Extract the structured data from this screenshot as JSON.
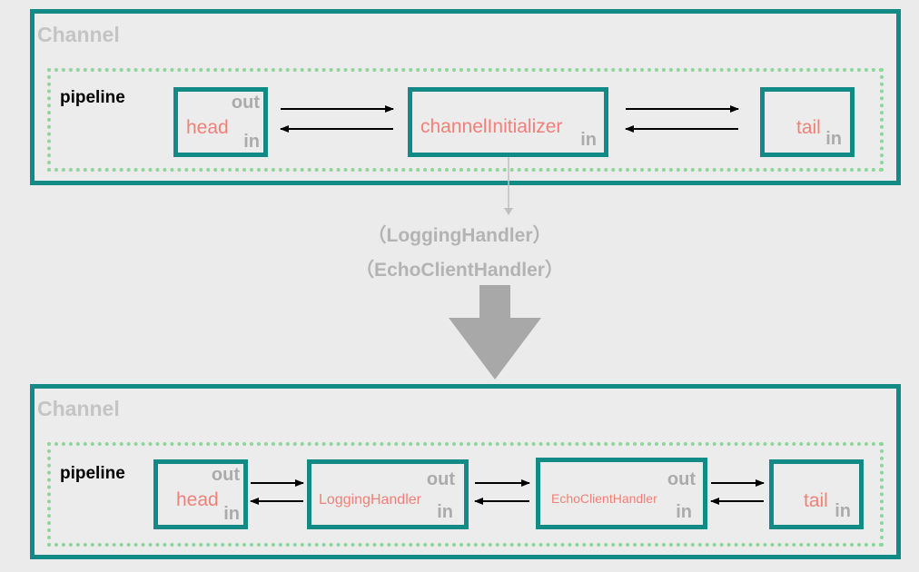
{
  "top": {
    "channel_label": "Channel",
    "pipeline_label": "pipeline",
    "nodes": [
      {
        "name": "head",
        "out": "out",
        "in": "in"
      },
      {
        "name": "channelInitializer",
        "in": "in"
      },
      {
        "name": "tail",
        "in": "in"
      }
    ]
  },
  "annotation": {
    "line1": "（LoggingHandler）",
    "line2": "（EchoClientHandler）"
  },
  "bottom": {
    "channel_label": "Channel",
    "pipeline_label": "pipeline",
    "nodes": [
      {
        "name": "head",
        "out": "out",
        "in": "in"
      },
      {
        "name": "LoggingHandler",
        "out": "out",
        "in": "in"
      },
      {
        "name": "EchoClientHandler",
        "out": "out",
        "in": "in"
      },
      {
        "name": "tail",
        "in": "in"
      }
    ]
  },
  "colors": {
    "box_border": "#128a86",
    "pipeline_border": "#8ed69a",
    "node_text": "#f08078",
    "tag_text": "#ababab",
    "annotation_text": "#b3b3b3",
    "big_arrow": "#a8a8a8"
  }
}
